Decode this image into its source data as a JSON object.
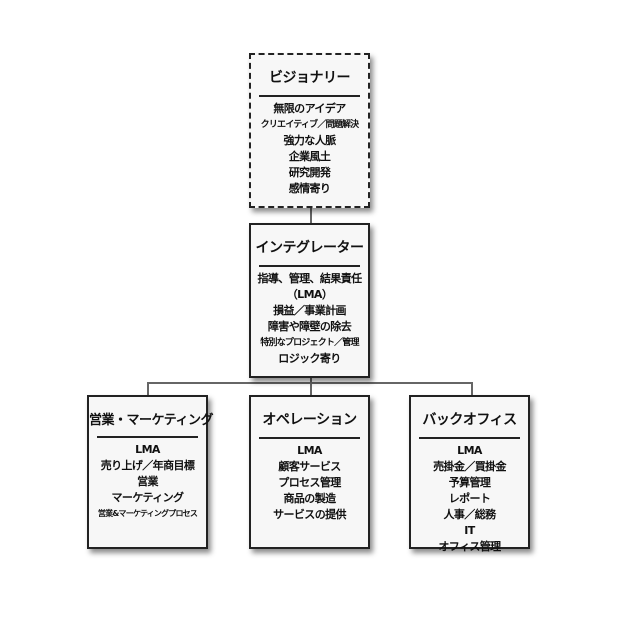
{
  "visionary": {
    "title": "ビジョナリー",
    "items": [
      "無限のアイデア",
      "クリエイティブ／問題解決",
      "強力な人脈",
      "企業風土",
      "研究開発",
      "感情寄り"
    ]
  },
  "integrator": {
    "title": "インテグレーター",
    "items": [
      "指導、管理、結果責任",
      "（LMA）",
      "損益／事業計画",
      "障害や障壁の除去",
      "特別なプロジェクト／管理",
      "ロジック寄り"
    ]
  },
  "sales": {
    "title": "営業・マーケティング",
    "items": [
      "LMA",
      "売り上げ／年商目標",
      "営業",
      "マーケティング",
      "営業&マーケティングプロセス"
    ]
  },
  "operations": {
    "title": "オペレーション",
    "items": [
      "LMA",
      "顧客サービス",
      "プロセス管理",
      "商品の製造",
      "サービスの提供"
    ]
  },
  "backoffice": {
    "title": "バックオフィス",
    "items": [
      "LMA",
      "売掛金／買掛金",
      "予算管理",
      "レポート",
      "人事／総務",
      "IT",
      "オフィス管理"
    ]
  }
}
